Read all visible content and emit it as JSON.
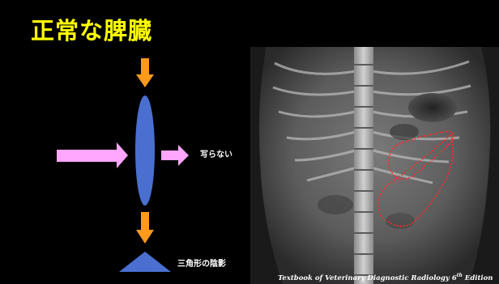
{
  "slide": {
    "title": "正常な脾臓",
    "label_not_visible": "写らない",
    "label_triangle_shadow": "三角形の陰影",
    "citation_main": "Textbook of Veterinary Diagnostic Radiology 6",
    "citation_sup": "th",
    "citation_tail": " Edition"
  },
  "colors": {
    "background": "#000000",
    "title": "#ffff00",
    "arrow_orange": "#ff9a1a",
    "arrow_pink": "#ffa6ff",
    "spleen_blue": "#4a6fd1",
    "outline_red": "#ff2a2a"
  }
}
